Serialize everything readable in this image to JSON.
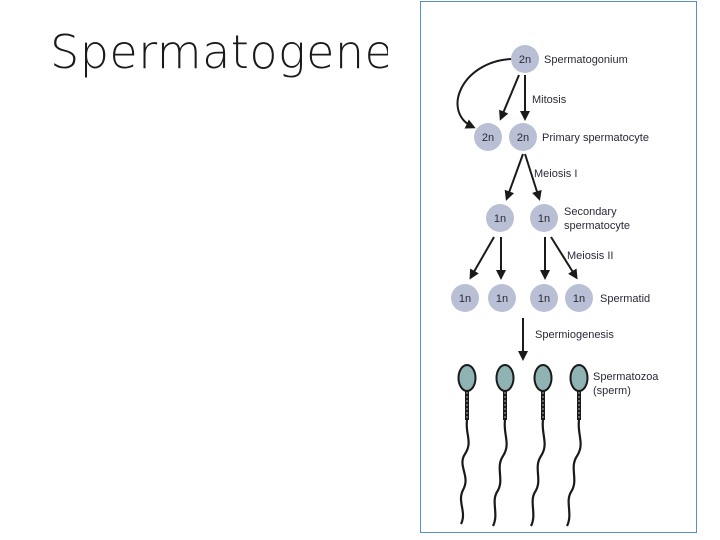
{
  "slide": {
    "title": "Spermatogenesis"
  },
  "diagram": {
    "cells": {
      "spermatogonium": "2n",
      "primary_left": "2n",
      "primary_right": "2n",
      "secondary_left": "1n",
      "secondary_right": "1n",
      "spermatid_1": "1n",
      "spermatid_2": "1n",
      "spermatid_3": "1n",
      "spermatid_4": "1n"
    },
    "labels": {
      "spermatogonium": "Spermatogonium",
      "mitosis": "Mitosis",
      "primary_spermatocyte": "Primary spermatocyte",
      "meiosis_1": "Meiosis I",
      "secondary_line1": "Secondary",
      "secondary_line2": "spermatocyte",
      "meiosis_2": "Meiosis II",
      "spermatid": "Spermatid",
      "spermiogenesis": "Spermiogenesis",
      "spermatozoa_line1": "Spermatozoa",
      "spermatozoa_line2": "(sperm)"
    },
    "colors": {
      "cell_fill": "#b9bfd4",
      "sperm_head": "#8fb3b2",
      "frame_border": "#5b8fc9"
    }
  }
}
